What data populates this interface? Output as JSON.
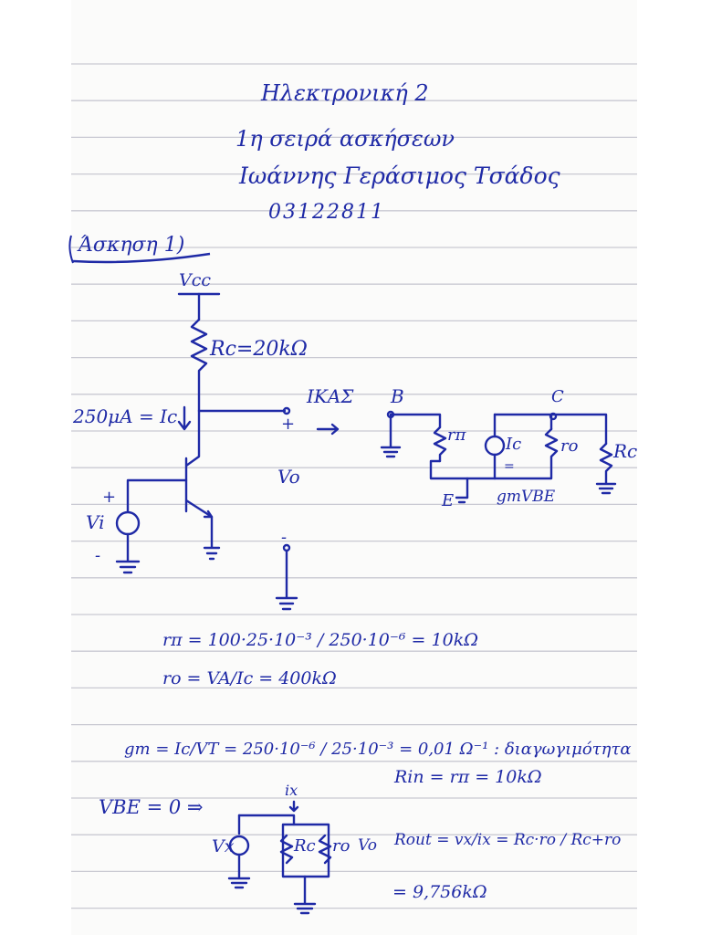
{
  "header": {
    "course": "Ηλεκτρονική 2",
    "series": "1η σειρά ασκήσεων",
    "author": "Ιωάννης Γεράσιμος Τσάδος",
    "student_id": "03122811"
  },
  "exercise_title": "Άσκηση 1)",
  "circuit": {
    "vcc": "Vcc",
    "rc": "Rc=20kΩ",
    "ic_bias": "250μA = Ic",
    "vi": "Vi",
    "vo": "Vo",
    "plus": "+",
    "minus": "-",
    "arrow": "→"
  },
  "small_signal": {
    "title": "ΙΚΑΣ",
    "b": "B",
    "c": "C",
    "e": "E",
    "rpi": "rπ",
    "ic": "Ic",
    "eq": "=",
    "gm_vbe": "gmVBE",
    "ro": "ro",
    "rc": "Rc"
  },
  "equations": {
    "rpi": "rπ = 100·25·10⁻³ / 250·10⁻⁶ = 10kΩ",
    "ro": "ro = VA/Ic = 400kΩ",
    "gm": "gm = Ic/VT = 250·10⁻⁶ / 25·10⁻³ = 0,01 Ω⁻¹ : διαγωγιμότητα",
    "rin": "Rin = rπ = 10kΩ",
    "vbe_zero": "VBE = 0 ⇒",
    "rout": "Rout = vx/ix = Rc·ro / Rc+ro",
    "rout_val": "= 9,756kΩ"
  },
  "output_circuit": {
    "ix": "ix",
    "vx": "Vx",
    "rc": "Rc",
    "ro": "ro",
    "vo": "Vo"
  }
}
